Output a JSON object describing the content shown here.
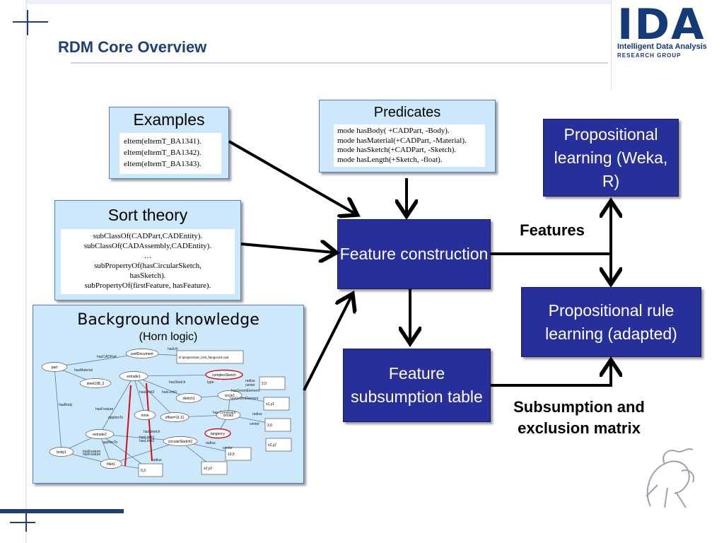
{
  "slide": {
    "title": "RDM Core Overview"
  },
  "logo": {
    "name": "IDA",
    "line1": "Intelligent Data Analysis",
    "line2": "RESEARCH GROUP"
  },
  "examples": {
    "title": "Examples",
    "lines": [
      "eItem(eItemT_BA1341).",
      "eItem(eItemT_BA1342).",
      "eItem(eItemT_BA1343)."
    ]
  },
  "predicates": {
    "title": "Predicates",
    "lines": [
      "mode hasBody( +CADPart, -Body).",
      "mode hasMaterial(+CADPart, -Material).",
      "mode hasSketch(+CADPart, -Sketch).",
      "mode hasLength(+Sketch, -float)."
    ]
  },
  "sort_theory": {
    "title": "Sort theory",
    "lines": [
      "subClassOf(CADPart,CADEntity).",
      "subClassOf(CADAssembly,CADEntity).",
      "…",
      "subPropertyOf(hasCircularSketch,",
      "hasSketch).",
      "subPropertyOf(firstFeature, hasFeature)."
    ]
  },
  "background": {
    "title": "Background knowledge",
    "subtitle": "(Horn logic)",
    "graph_nodes": [
      "partDocument",
      "D:\\projects\\ws_bolt_flange123.cad",
      "part",
      "steel198_2",
      "extrude1",
      "complexSketch",
      "2,0",
      "sketch1",
      "circle1",
      "x1,y1",
      "none",
      "offset=11.11",
      "circle2",
      "3,0",
      "extrude2",
      "tangency",
      "x2,y2",
      "circularSketch2",
      "10,5",
      "body1",
      "fillet1",
      "0,3",
      "x2,y2"
    ],
    "graph_edges": [
      "hasUrl",
      "hasCADPart",
      "hasMaterial",
      "hasSketch",
      "type",
      "radius",
      "hasGeomElement",
      "hasGeomElement",
      "center",
      "hasLimit2",
      "hasLimit1",
      "hasBody",
      "hasFeature",
      "appliesTo",
      "has Constraint",
      "radius",
      "center",
      "hasSketch",
      "hasLimit1",
      "hasLimit2",
      "radius",
      "hasFeature",
      "appliesTo",
      "center",
      "hasFeature",
      "radius"
    ]
  },
  "feature_construction": {
    "label": "Feature construction"
  },
  "feature_subsumption": {
    "label": "Feature subsumption table"
  },
  "propositional_learning": {
    "label": "Propositional learning (Weka, R)"
  },
  "propositional_rule": {
    "label": "Propositional rule learning (adapted)"
  },
  "labels": {
    "features": "Features",
    "subsumption": "Subsumption and exclusion matrix"
  },
  "colors": {
    "title": "#1f3f7a",
    "dark_box": "#27309a",
    "light_box": "#cde8fb",
    "arrow": "#000000",
    "highlight": "#d01010"
  }
}
